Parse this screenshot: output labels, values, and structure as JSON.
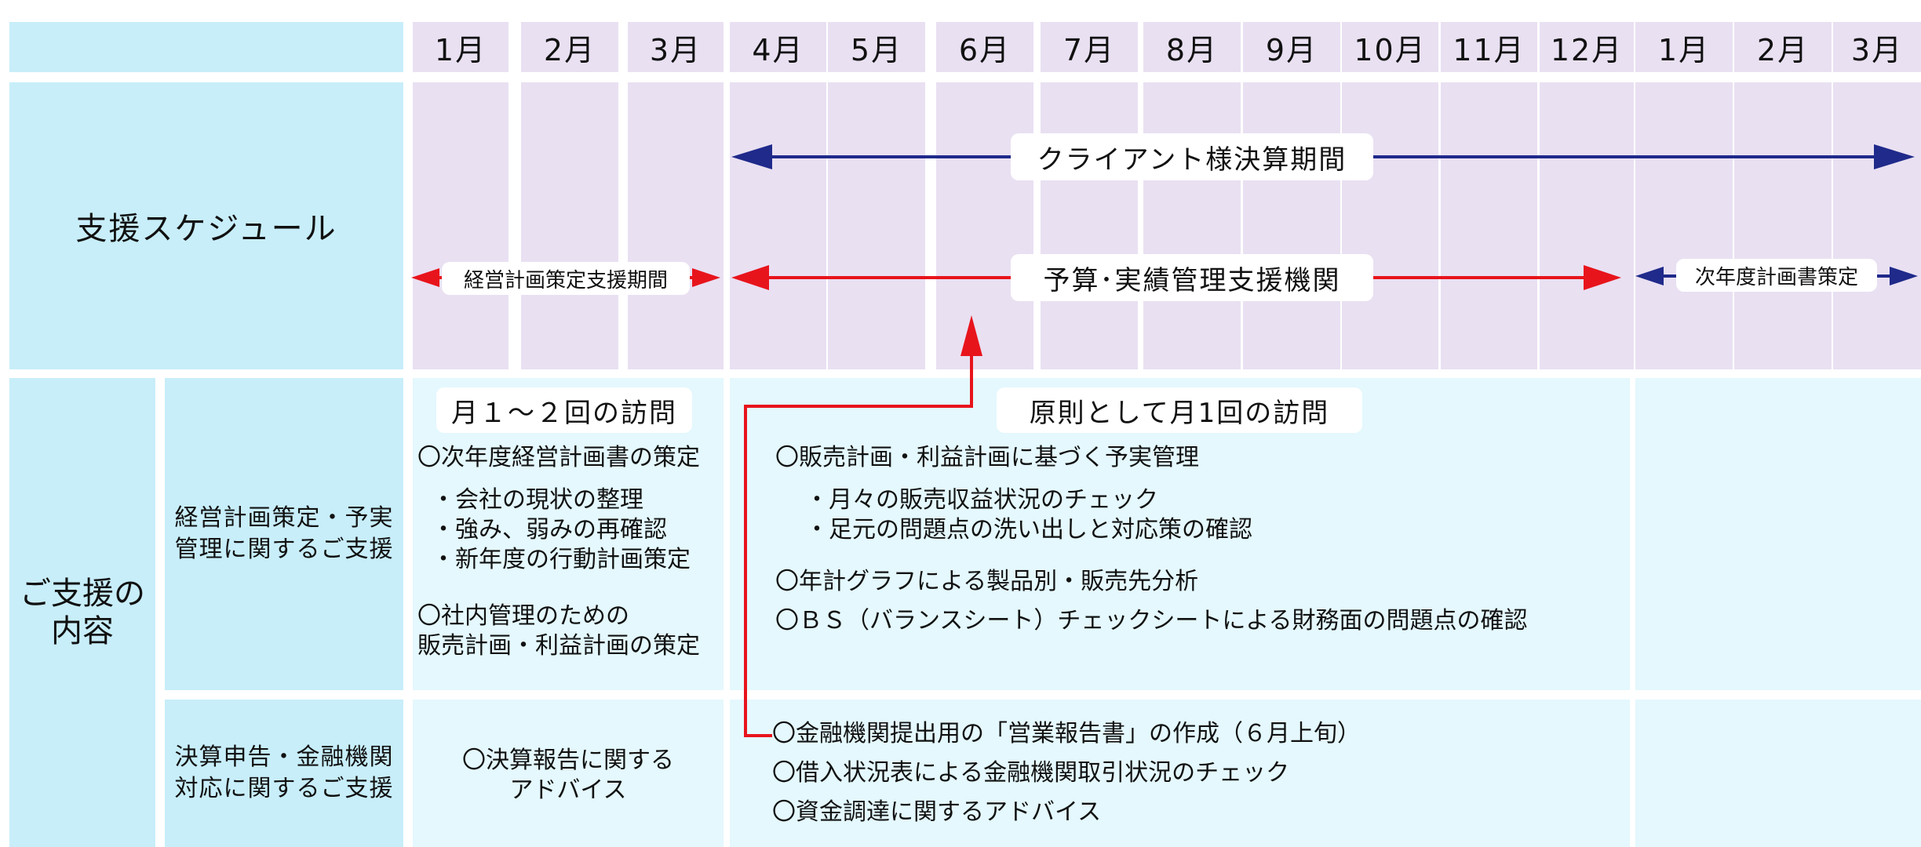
{
  "header": {
    "months": [
      "1月",
      "2月",
      "3月",
      "4月",
      "5月",
      "6月",
      "7月",
      "8月",
      "9月",
      "10月",
      "11月",
      "12月",
      "1月",
      "2月",
      "3月"
    ]
  },
  "schedule": {
    "title": "支援スケジュール",
    "client_period": "クライアント様決算期間",
    "plan_support_period": "経営計画策定支援期間",
    "budget_support": "予算･実績管理支援機関",
    "next_year_plan": "次年度計画書策定"
  },
  "support": {
    "title": "ご支援の\n内容",
    "row1": {
      "label": "経営計画策定・予実\n管理に関するご支援",
      "early": {
        "visit": "月１～２回の訪問",
        "line1": "〇次年度経営計画書の策定",
        "line2": "・会社の現状の整理",
        "line3": "・強み、弱みの再確認",
        "line4": "・新年度の行動計画策定",
        "line5": "〇社内管理のための",
        "line6": "販売計画・利益計画の策定"
      },
      "main": {
        "visit": "原則として月1回の訪問",
        "line1": "〇販売計画・利益計画に基づく予実管理",
        "line2": "・月々の販売収益状況のチェック",
        "line3": "・足元の問題点の洗い出しと対応策の確認",
        "line4": "〇年計グラフによる製品別・販売先分析",
        "line5": "〇ＢＳ（バランスシート）チェックシートによる財務面の問題点の確認"
      }
    },
    "row2": {
      "label": "決算申告・金融機関\n対応に関するご支援",
      "early": {
        "line1": "〇決算報告に関する",
        "line2": "アドバイス"
      },
      "main": {
        "line1": "〇金融機関提出用の「営業報告書」の作成（６月上旬）",
        "line2": "〇借入状況表による金融機関取引状況のチェック",
        "line3": "〇資金調達に関するアドバイス"
      }
    }
  },
  "colors": {
    "cyan_dark": "#c8eefa",
    "cyan_light": "#e4f8fd",
    "lavender": "#e9e0f2",
    "navy_arrow": "#1f2a8a",
    "red_arrow": "#e8141c"
  }
}
